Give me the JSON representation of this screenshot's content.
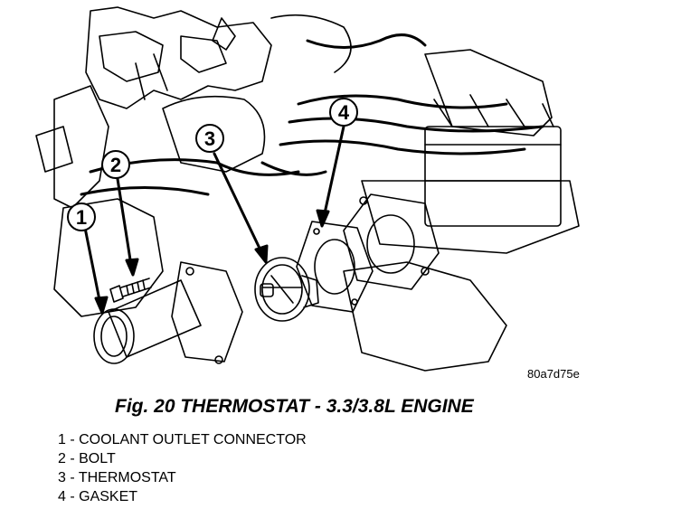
{
  "callouts": [
    {
      "number": "1"
    },
    {
      "number": "2"
    },
    {
      "number": "3"
    },
    {
      "number": "4"
    }
  ],
  "reference_code": "80a7d75e",
  "caption": "Fig. 20 THERMOSTAT - 3.3/3.8L ENGINE",
  "legend": [
    "1 - COOLANT OUTLET CONNECTOR",
    "2 - BOLT",
    "3 - THERMOSTAT",
    "4 - GASKET"
  ]
}
